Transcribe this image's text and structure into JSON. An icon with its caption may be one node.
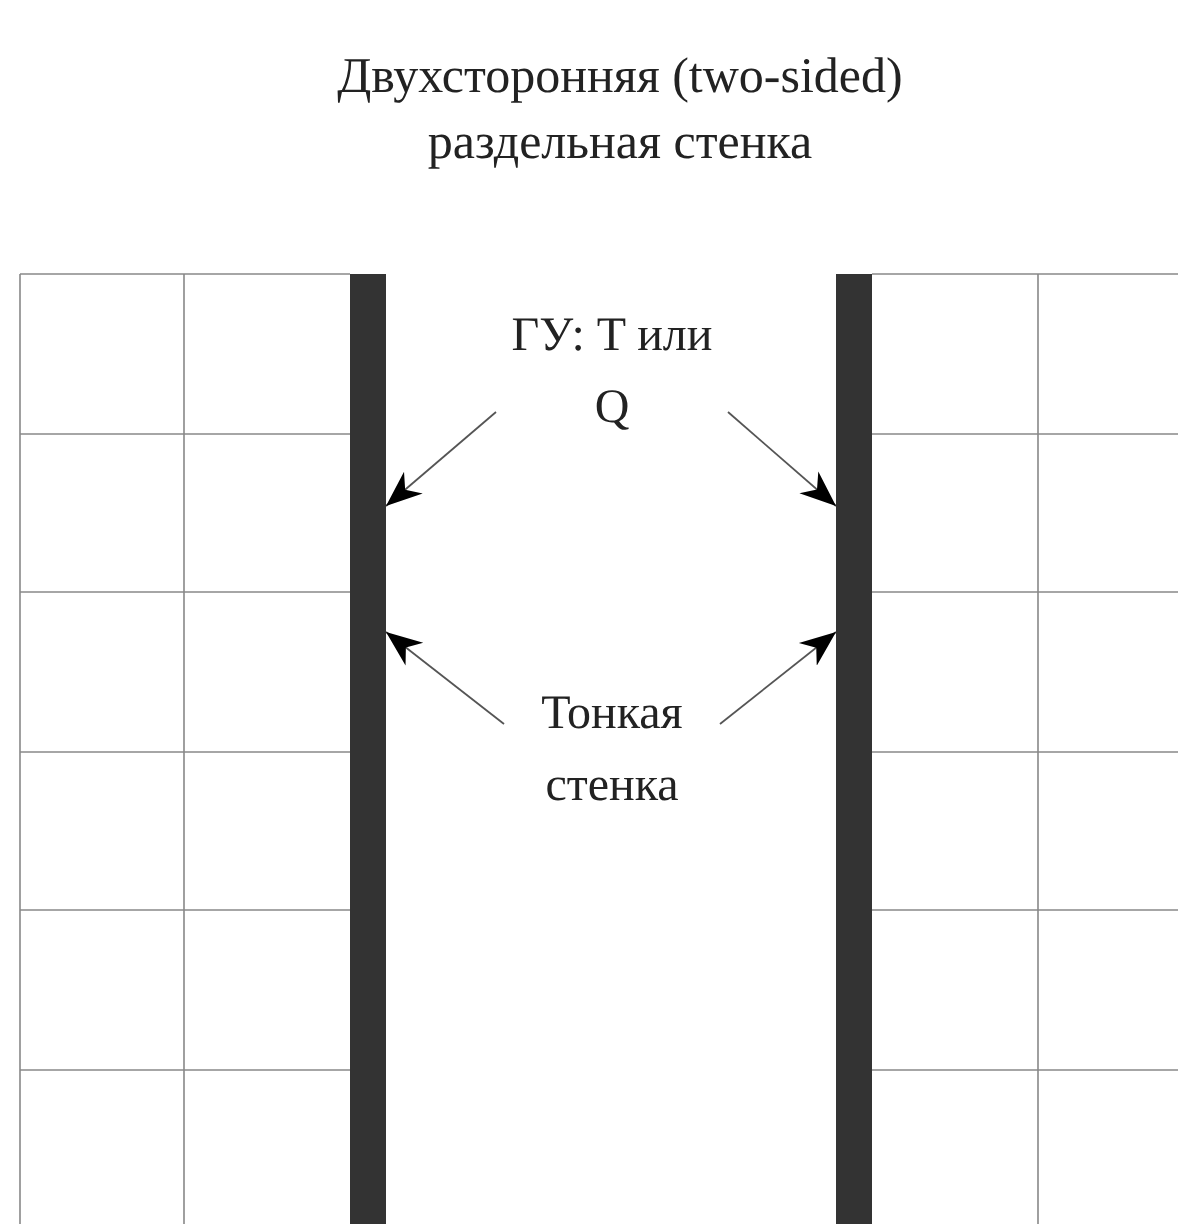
{
  "diagram": {
    "title": "Двухсторонняя (two-sided) раздельная стенка",
    "nodes": [
      {
        "text": [
          "ГУ: T или Q"
        ]
      },
      {
        "text": [],
        "shape": "bar"
      },
      {
        "text": [],
        "shape": "bar"
      },
      {
        "text": [
          "Тонкая стенка"
        ]
      }
    ],
    "edges": [
      {
        "from": 0,
        "to": 1,
        "arrow": "to"
      },
      {
        "from": 0,
        "to": 2,
        "arrow": "to"
      },
      {
        "from": 3,
        "to": 1,
        "arrow": "to"
      },
      {
        "from": 3,
        "to": 2,
        "arrow": "to"
      }
    ]
  }
}
